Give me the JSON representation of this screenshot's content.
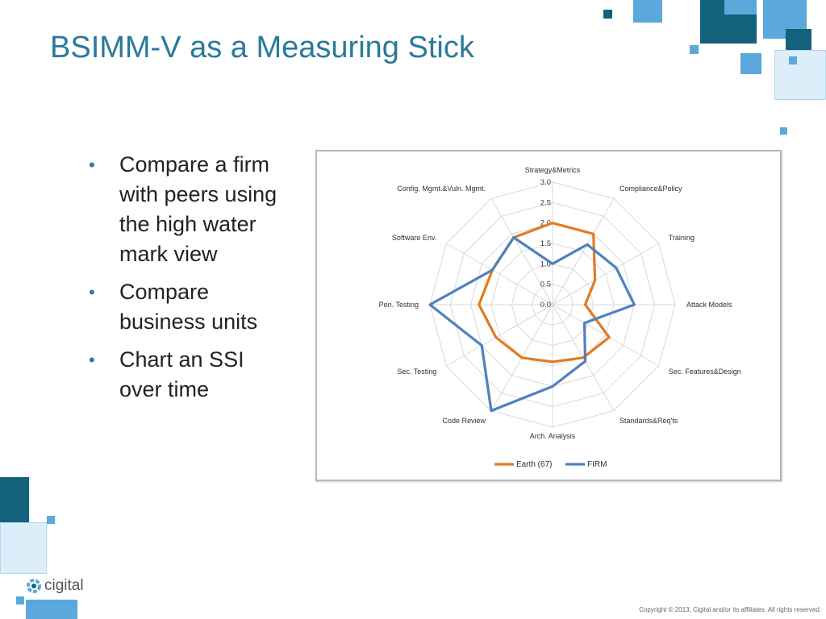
{
  "slide": {
    "title": "BSIMM-V as a Measuring Stick",
    "bullets": [
      "Compare a firm with peers using the high water mark view",
      "Compare business units",
      "Chart an SSI over time"
    ],
    "logo_text": "cigital",
    "copyright": "Copyright © 2013, Cigital and/or its affiliates. All rights reserved."
  },
  "colors": {
    "title": "#2a7a9b",
    "accent_light": "#5aa8dc",
    "accent_dark": "#14617e",
    "series_earth": "#e07b22",
    "series_firm": "#4f81bd"
  },
  "chart_data": {
    "type": "radar",
    "categories": [
      "Strategy&Metrics",
      "Compliance&Policy",
      "Training",
      "Attack Models",
      "Sec. Features&Design",
      "Standards&Req'ts",
      "Arch. Analysis",
      "Code Review",
      "Sec. Testing",
      "Pen. Testing",
      "Software Env.",
      "Config. Mgmt.&Vuln. Mgmt."
    ],
    "series": [
      {
        "name": "Earth (67)",
        "color": "#e07b22",
        "values": [
          2.0,
          2.0,
          1.2,
          0.8,
          1.6,
          1.5,
          1.4,
          1.5,
          1.6,
          1.8,
          1.7,
          1.9
        ]
      },
      {
        "name": "FIRM",
        "color": "#4f81bd",
        "values": [
          1.0,
          1.7,
          1.8,
          2.0,
          0.9,
          1.6,
          2.0,
          3.0,
          2.0,
          3.0,
          1.7,
          1.9
        ]
      }
    ],
    "rlim": [
      0,
      3
    ],
    "ticks": [
      "0.0",
      "0.5",
      "1.0",
      "1.5",
      "2.0",
      "2.5",
      "3.0"
    ],
    "grid": true,
    "legend": "bottom"
  }
}
